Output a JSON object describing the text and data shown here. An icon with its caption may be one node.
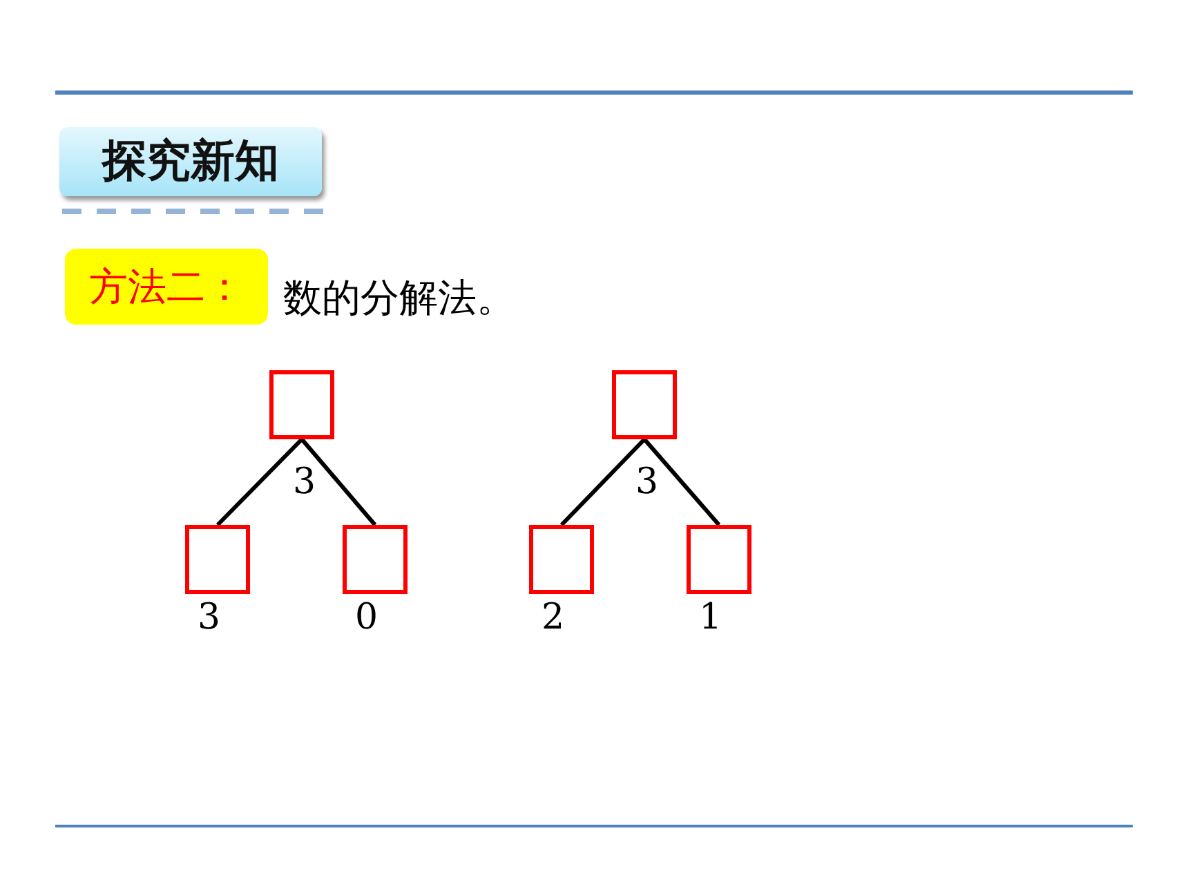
{
  "diagram": {
    "nodes": [
      {
        "text": [
          "探究新知"
        ]
      },
      {
        "text": [
          "方法二："
        ]
      },
      {
        "text": [],
        "shape": "box",
        "beside": [
          "3"
        ]
      },
      {
        "text": [],
        "shape": "box",
        "beside": [
          "3"
        ]
      },
      {
        "text": [],
        "shape": "box",
        "beside": [
          "0"
        ]
      },
      {
        "text": [],
        "shape": "box",
        "beside": [
          "3"
        ]
      },
      {
        "text": [],
        "shape": "box",
        "beside": [
          "2"
        ]
      },
      {
        "text": [],
        "shape": "box",
        "beside": [
          "1"
        ]
      }
    ],
    "edges": [
      {
        "from": 2,
        "to": 3,
        "arrow": "none"
      },
      {
        "from": 2,
        "to": 4,
        "arrow": "none"
      },
      {
        "from": 5,
        "to": 6,
        "arrow": "none"
      },
      {
        "from": 5,
        "to": 7,
        "arrow": "none"
      }
    ],
    "labels": [
      "数的分解法。"
    ]
  }
}
